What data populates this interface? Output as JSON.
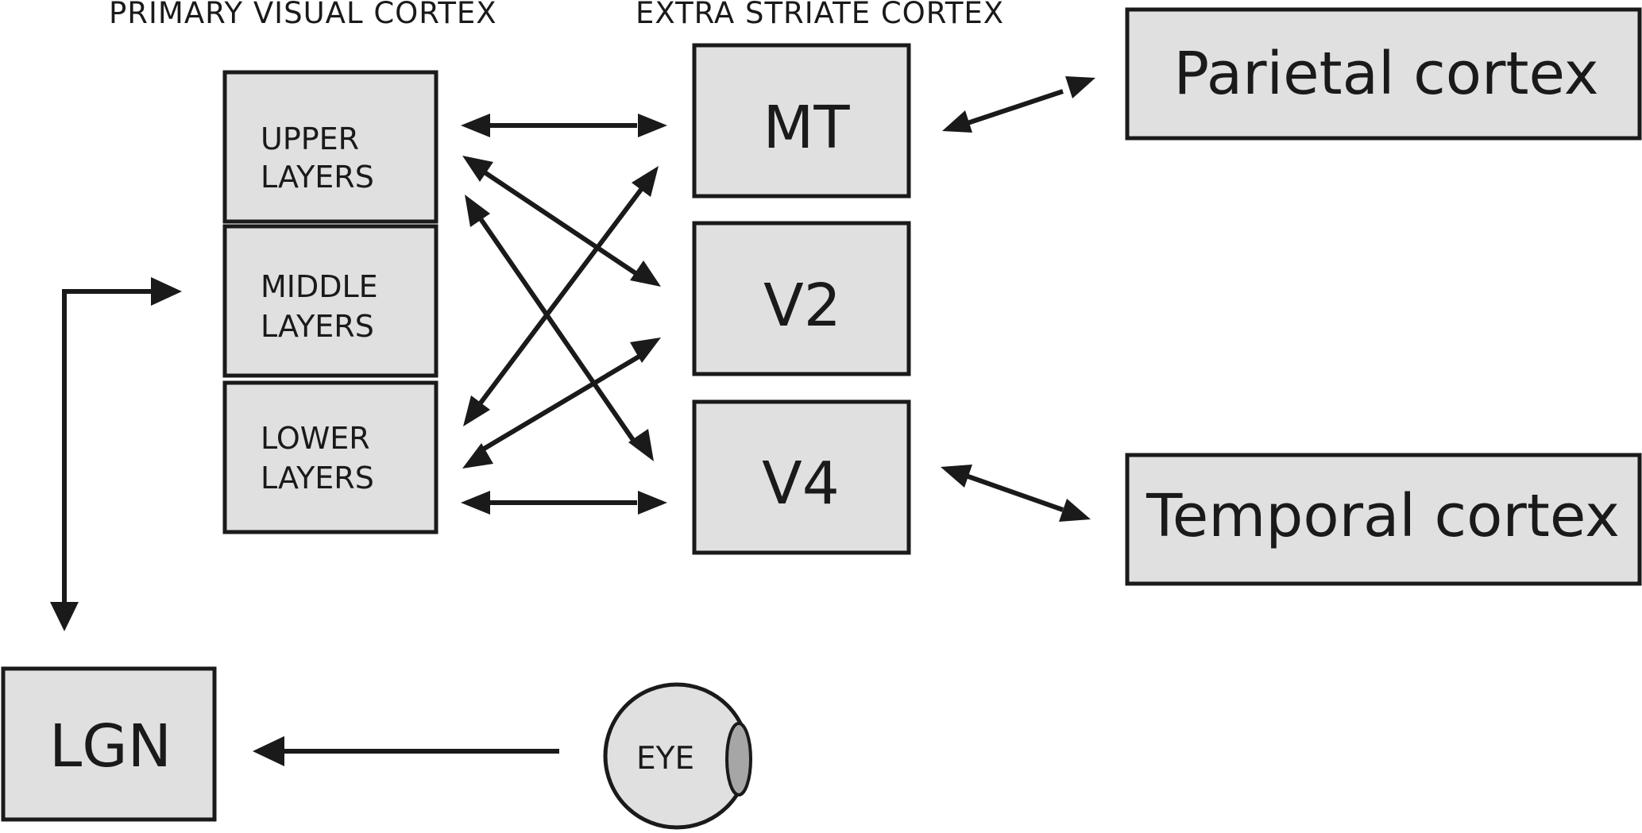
{
  "headers": {
    "primary": "PRIMARY VISUAL CORTEX",
    "extrastriate": "EXTRA STRIATE CORTEX"
  },
  "v1_layers": {
    "upper": [
      "UPPER",
      "LAYERS"
    ],
    "middle": [
      "MIDDLE",
      "LAYERS"
    ],
    "lower": [
      "LOWER",
      "LAYERS"
    ]
  },
  "areas": {
    "mt": "MT",
    "v2": "V2",
    "v4": "V4",
    "parietal": "Parietal cortex",
    "temporal": "Temporal cortex",
    "lgn": "LGN",
    "eye": "EYE"
  },
  "colors": {
    "box_fill": "#e0e0e0",
    "stroke": "#1a1a1a",
    "lens": "#a6a6a6"
  }
}
